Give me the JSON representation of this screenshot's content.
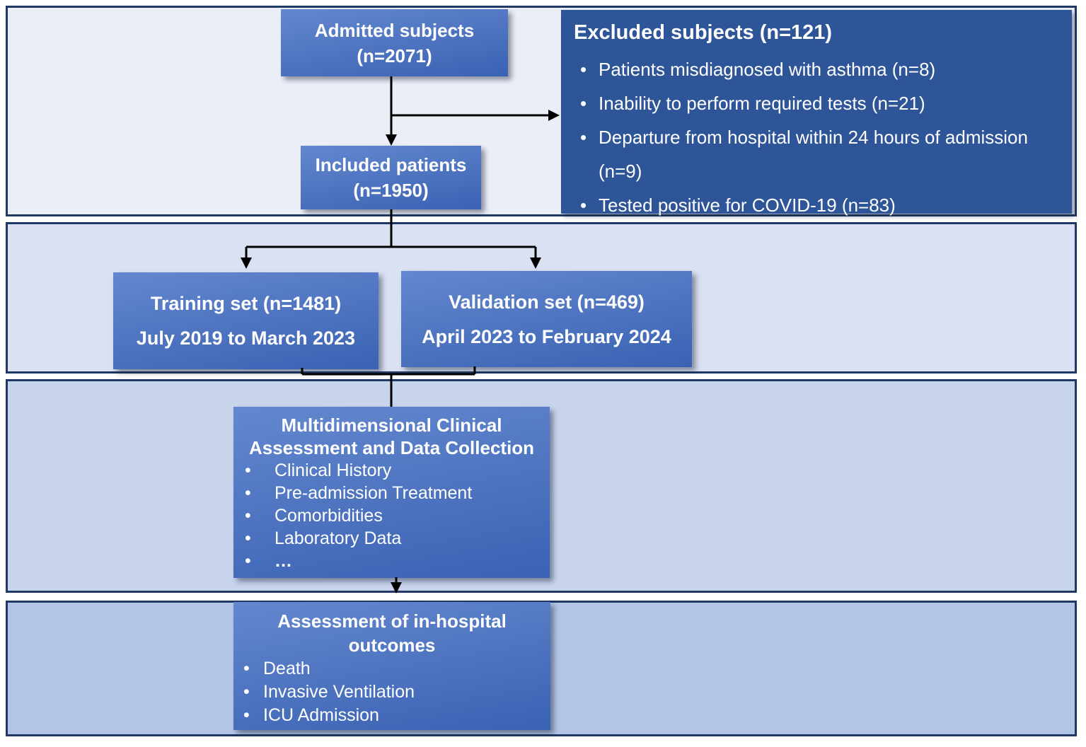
{
  "glyphs": {
    "bullet": "•"
  },
  "colors": {
    "navy": "#1F3864",
    "band1": "#EBEEF7",
    "band2": "#D9E1F2",
    "band3": "#C7D4EC",
    "band4": "#B3C5E5",
    "boxTop": "#6488CF",
    "boxBottom": "#3A62B3",
    "excluded": "#2E5597",
    "arrow": "#000000",
    "text": "#FFFFFF"
  },
  "boxes": {
    "admitted": {
      "line1": "Admitted subjects",
      "line2": "(n=2071)"
    },
    "excluded": {
      "title": "Excluded subjects (n=121)",
      "items": [
        "Patients misdiagnosed with asthma (n=8)",
        "Inability to perform required tests (n=21)",
        "Departure from hospital within 24 hours of admission (n=9)",
        "Tested positive for COVID-19 (n=83)"
      ]
    },
    "included": {
      "line1": "Included patients",
      "line2": "(n=1950)"
    },
    "training": {
      "line1": "Training  set (n=1481)",
      "line2": "July 2019 to March 2023"
    },
    "validation": {
      "line1": "Validation set (n=469)",
      "line2": "April 2023 to February 2024"
    },
    "collection": {
      "title_line1": "Multidimensional Clinical",
      "title_line2": "Assessment and Data Collection",
      "items": [
        "Clinical History",
        "Pre-admission Treatment",
        "Comorbidities",
        "Laboratory Data",
        "…"
      ]
    },
    "outcomes": {
      "title_line1": "Assessment of in-hospital",
      "title_line2": "outcomes",
      "items": [
        "Death",
        "Invasive Ventilation",
        "ICU Admission"
      ]
    }
  }
}
